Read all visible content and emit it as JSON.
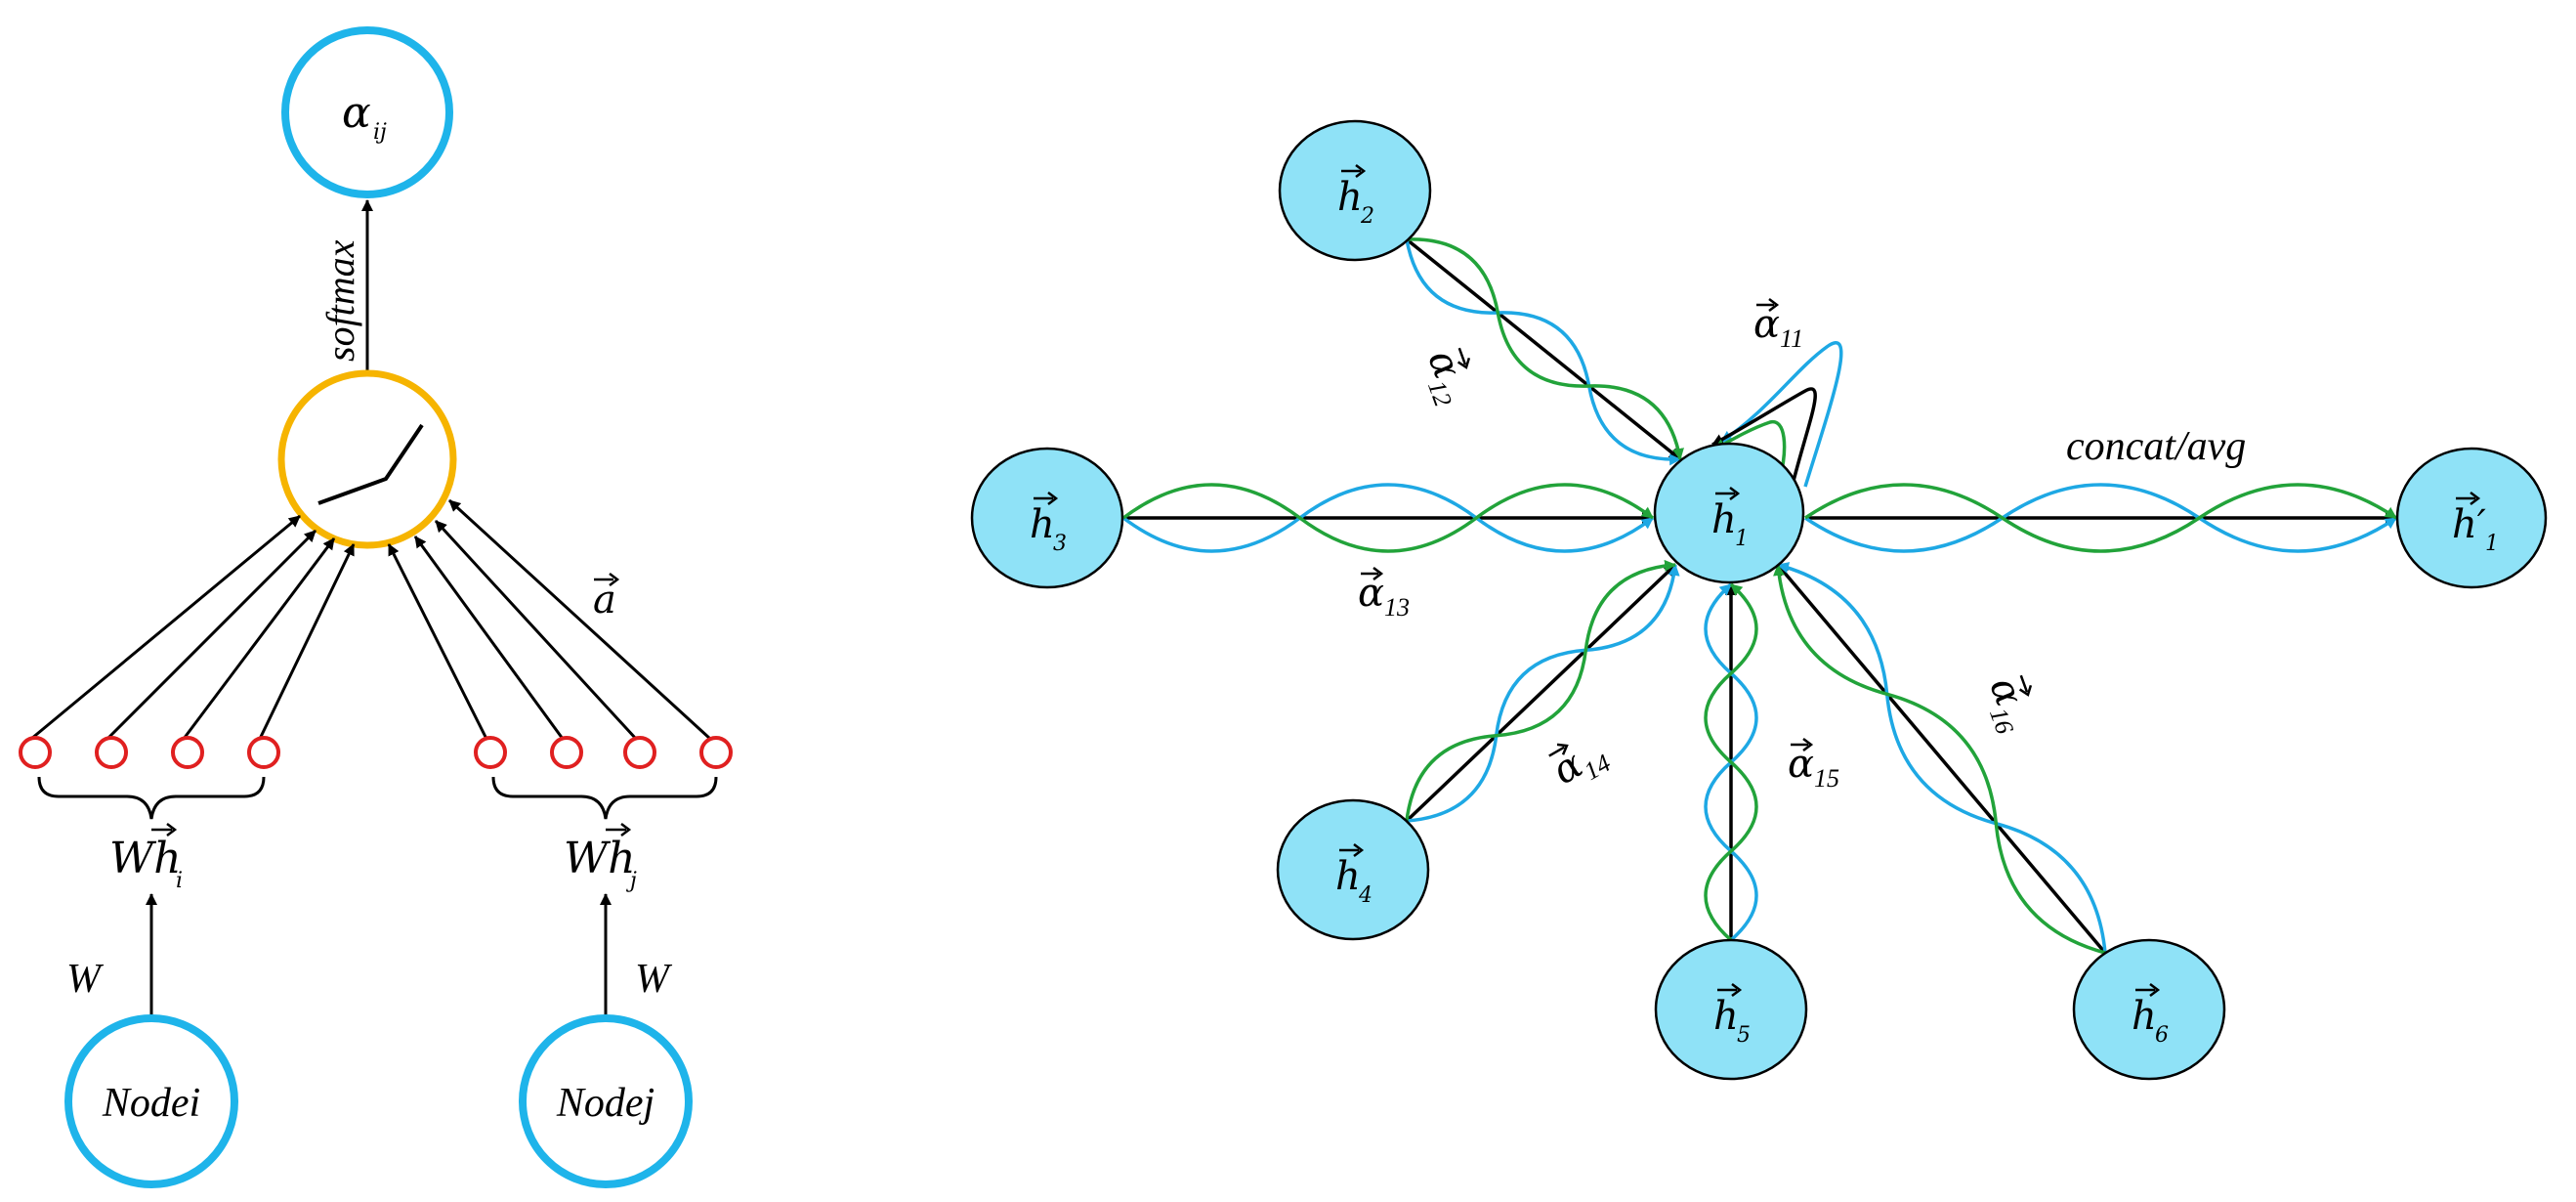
{
  "left": {
    "output_node": {
      "symbol": "α",
      "subscript": "ij"
    },
    "softmax_label": "softmax",
    "attention_vector_label": "a",
    "group_left_label": {
      "symbol": "Wh",
      "subscript": "i"
    },
    "group_right_label": {
      "symbol": "Wh",
      "subscript": "j"
    },
    "weight_label_left": "W",
    "weight_label_right": "W",
    "node_left": "Nodei",
    "node_right": "Nodej"
  },
  "right": {
    "nodes": [
      {
        "id": "h1",
        "symbol": "h",
        "subscript": "1"
      },
      {
        "id": "h2",
        "symbol": "h",
        "subscript": "2"
      },
      {
        "id": "h3",
        "symbol": "h",
        "subscript": "3"
      },
      {
        "id": "h4",
        "symbol": "h",
        "subscript": "4"
      },
      {
        "id": "h5",
        "symbol": "h",
        "subscript": "5"
      },
      {
        "id": "h6",
        "symbol": "h",
        "subscript": "6"
      },
      {
        "id": "h1p",
        "symbol": "h′",
        "subscript": "1"
      }
    ],
    "attention_labels": [
      {
        "id": "a11",
        "symbol": "α",
        "subscript": "11"
      },
      {
        "id": "a12",
        "symbol": "α",
        "subscript": "12"
      },
      {
        "id": "a13",
        "symbol": "α",
        "subscript": "13"
      },
      {
        "id": "a14",
        "symbol": "α",
        "subscript": "14"
      },
      {
        "id": "a15",
        "symbol": "α",
        "subscript": "15"
      },
      {
        "id": "a16",
        "symbol": "α",
        "subscript": "16"
      }
    ],
    "aggregation_label": "concat/avg"
  },
  "colors": {
    "node_border": "#1EB4EA",
    "node_fill": "#8FE2F7",
    "activation_border": "#F6B400",
    "input_circle": "#E02020",
    "head_blue": "#1EA8E4",
    "head_green": "#22A33A",
    "edge": "#000000"
  }
}
